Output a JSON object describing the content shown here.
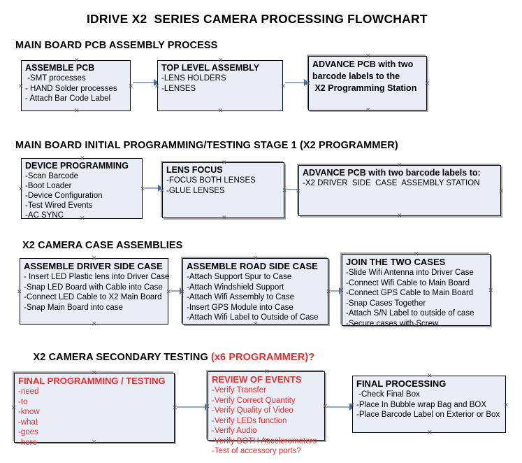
{
  "document": {
    "title": "IDRIVE X2  SERIES CAMERA PROCESSING FLOWCHART"
  },
  "sections": [
    {
      "id": "main-board-pcb-assembly",
      "heading": "MAIN BOARD PCB ASSEMBLY PROCESS",
      "heading_red": "",
      "boxes": [
        {
          "id": "assemble-pcb",
          "title": "ASSEMBLE PCB",
          "lines": [
            " -SMT processes",
            "- HAND Solder processes",
            "- Attach Bar Code Label"
          ],
          "color": "black"
        },
        {
          "id": "top-level-assembly",
          "title": "TOP LEVEL ASSEMBLY",
          "lines": [
            "-LENS HOLDERS",
            "-LENSES"
          ],
          "color": "black"
        },
        {
          "id": "advance-pcb-to-x2-programming-station",
          "title": "ADVANCE PCB with two\nbarcode labels to the\n X2 Programming Station",
          "lines": [],
          "color": "black"
        }
      ]
    },
    {
      "id": "main-board-initial-programming",
      "heading": "MAIN BOARD INITIAL PROGRAMMING/TESTING STAGE 1 (X2 PROGRAMMER)",
      "heading_red": "",
      "boxes": [
        {
          "id": "device-programming",
          "title": "DEVICE PROGRAMMING",
          "lines": [
            "-Scan Barcode",
            "-Boot Loader",
            "-Device Configuration",
            "-Test Wired Events",
            "-AC SYNC"
          ],
          "color": "black"
        },
        {
          "id": "lens-focus",
          "title": "LENS FOCUS",
          "lines": [
            "-FOCUS BOTH LENSES",
            "-GLUE LENSES"
          ],
          "color": "black"
        },
        {
          "id": "advance-pcb-to-driver-side-case-station",
          "title": "ADVANCE PCB with two barcode labels to:",
          "lines": [
            "-X2 DRIVER  SIDE  CASE  ASSEMBLY STATION"
          ],
          "color": "black"
        }
      ]
    },
    {
      "id": "x2-camera-case-assemblies",
      "heading": "X2 CAMERA CASE ASSEMBLIES",
      "heading_red": "",
      "boxes": [
        {
          "id": "assemble-driver-side-case",
          "title": "ASSEMBLE DRIVER SIDE CASE",
          "lines": [
            "- Insert LED Plastic lens into Driver Case",
            "-Snap LED Board with Cable into Case",
            "-Connect LED Cable to X2 Main Board",
            "-Snap Main Board into case"
          ],
          "color": "black"
        },
        {
          "id": "assemble-road-side-case",
          "title": "ASSEMBLE ROAD SIDE CASE",
          "lines": [
            "-Attach Support Spur to Case",
            "-Attach Windshield Support",
            "-Attach Wifi Assembly to Case",
            "-Insert GPS Module into Case",
            "-Attach Wifi Label to Outside of Case"
          ],
          "color": "black"
        },
        {
          "id": "join-the-two-cases",
          "title": "JOIN THE TWO CASES",
          "lines": [
            "-Slide Wifi Antenna into Driver Case",
            "-Connect Wifi Cable to Main Board",
            "-Connect GPS Cable to Main Board",
            "-Snap Cases Together",
            "-Attach S/N Label to outside of case",
            "-Secure cases with Screw"
          ],
          "color": "black"
        }
      ]
    },
    {
      "id": "x2-camera-secondary-testing",
      "heading": "X2 CAMERA SECONDARY TESTING ",
      "heading_red": "(x6 PROGRAMMER)?",
      "boxes": [
        {
          "id": "final-programming-testing",
          "title": "FINAL PROGRAMMING / TESTING",
          "lines": [
            "-need",
            "-to",
            "-know",
            "-what",
            "-goes",
            "-here"
          ],
          "color": "red"
        },
        {
          "id": "review-of-events",
          "title": "REVIEW OF EVENTS",
          "lines": [
            "-Verify Transfer",
            "-Verify Correct Quantity",
            "-Verify Quality of Video",
            "-Verify LEDs function",
            "-Verify Audio",
            "-Verify BOTH Accelerometers",
            "-Test of accessory ports?"
          ],
          "color": "red"
        },
        {
          "id": "final-processing",
          "title": "FINAL PROCESSING",
          "lines": [
            " -Check Final Box",
            "-Place In Bubble wrap Bag and BOX",
            "-Place Barcode Label on Exterior or Box"
          ],
          "color": "black"
        }
      ]
    }
  ],
  "connectors": [
    {
      "id": "conn-assemble-pcb-to-top-level",
      "from": "assemble-pcb",
      "to": "top-level-assembly"
    },
    {
      "id": "conn-top-level-to-advance-pcb",
      "from": "top-level-assembly",
      "to": "advance-pcb-to-x2-programming-station"
    },
    {
      "id": "conn-device-programming-to-lens-focus",
      "from": "device-programming",
      "to": "lens-focus"
    },
    {
      "id": "conn-lens-focus-to-advance-pcb",
      "from": "lens-focus",
      "to": "advance-pcb-to-driver-side-case-station"
    },
    {
      "id": "conn-driver-case-to-road-case",
      "from": "assemble-driver-side-case",
      "to": "assemble-road-side-case"
    },
    {
      "id": "conn-road-case-to-join-cases",
      "from": "assemble-road-side-case",
      "to": "join-the-two-cases"
    },
    {
      "id": "conn-final-programming-to-review",
      "from": "final-programming-testing",
      "to": "review-of-events"
    },
    {
      "id": "conn-review-to-final-processing",
      "from": "review-of-events",
      "to": "final-processing"
    }
  ],
  "theme": {
    "box_fill": "#e8edf6",
    "box_border": "#000000",
    "box_shadow": "#a6a6a6",
    "connector_line": "#8faac4",
    "connector_head": "#4472a8",
    "text_black": "#000000",
    "text_red": "#e03030",
    "background": "#ffffff"
  },
  "handle_glyph": "✕"
}
